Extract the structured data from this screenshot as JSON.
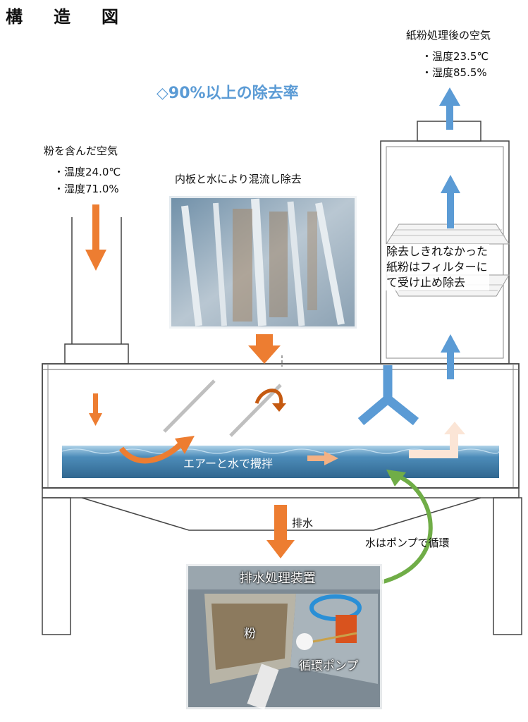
{
  "title": "構　造　図",
  "removal_rate": "◇90%以上の除去率",
  "inlet": {
    "heading": "粉を含んだ空気",
    "temp": "・温度24.0℃",
    "humidity": "・湿度71.0%"
  },
  "outlet": {
    "heading": "紙粉処理後の空気",
    "temp": "・温度23.5℃",
    "humidity": "・湿度85.5%"
  },
  "inner_plate_caption": "内板と水により混流し除去",
  "filter_caption": [
    "除去しきれなかった",
    "紙粉はフィルターに",
    "て受け止め除去"
  ],
  "stir_caption": "エアーと水で攪拌",
  "drain_label": "排水",
  "pump_caption": "水はポンプで循環",
  "drain_device": {
    "title": "排水処理装置",
    "powder": "粉",
    "pump": "循環ポンプ"
  },
  "colors": {
    "orange": "#ed7d31",
    "blue": "#5b9bd5",
    "green": "#70ad47",
    "peach": "#f8cbad",
    "water": "#2f6e9c"
  }
}
